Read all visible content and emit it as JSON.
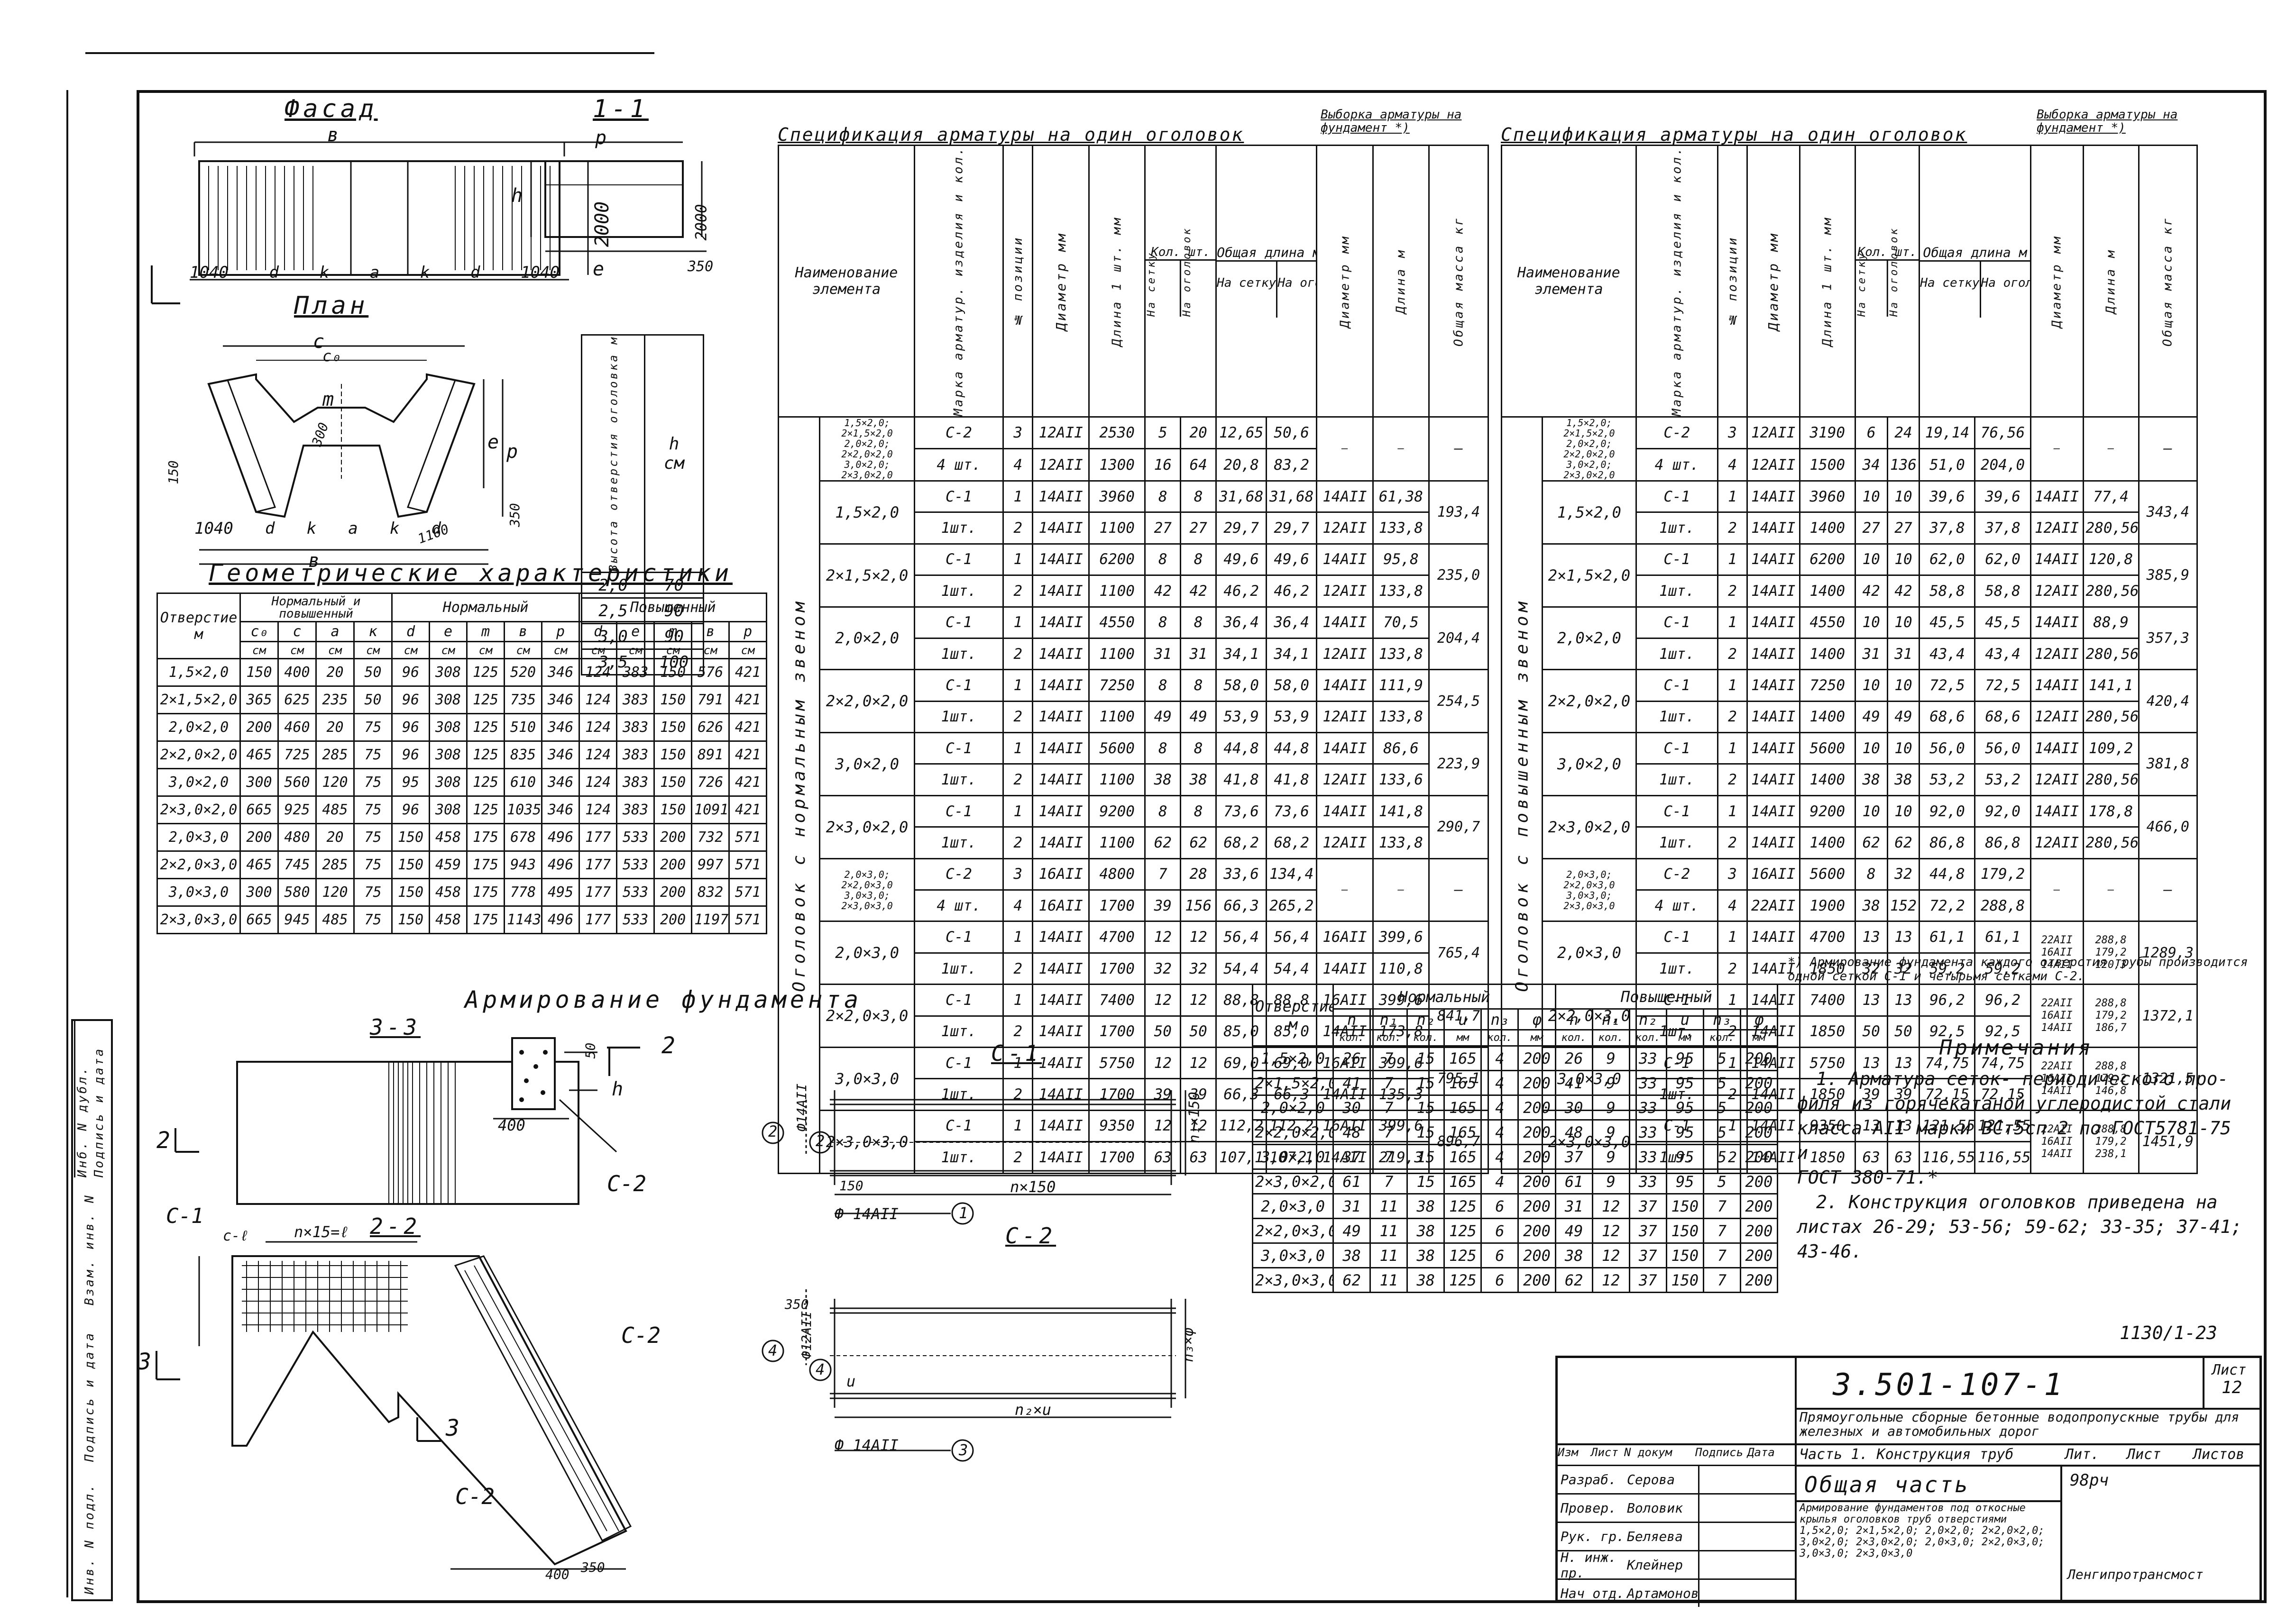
{
  "top_left_drawings": {
    "facade_title": "Фасад",
    "section_1_1": "1-1",
    "plan_title": "План",
    "facade_dims": [
      "1040",
      "d",
      "k",
      "a",
      "k",
      "d",
      "1040"
    ],
    "facade_b": "в",
    "facade_h": "2000",
    "section_p": "р",
    "section_h": "h",
    "section_e": "е",
    "section_2000": "2000",
    "section_350": "350",
    "plan_c": "с",
    "plan_c0": "с₀",
    "plan_m": "m",
    "plan_e": "е",
    "plan_p": "р",
    "plan_dims": [
      "1040",
      "d",
      "k",
      "a",
      "k",
      "d"
    ],
    "plan_b": "в",
    "plan_1100": "1100",
    "plan_150": "150",
    "plan_350": "350",
    "plan_300": "300"
  },
  "height_table": {
    "header_left": "Высота отверстия оголовка м",
    "header_h": "h",
    "header_unit": "см",
    "rows": [
      [
        "2,0",
        "70"
      ],
      [
        "2,5",
        "90"
      ],
      [
        "3,0",
        "90"
      ],
      [
        "3,5",
        "100"
      ]
    ]
  },
  "geom": {
    "title": "Геометрические характеристики",
    "col_hole": "Отверстие",
    "col_hole_unit": "м",
    "grp_both": "Нормальный и повышенный",
    "grp_norm": "Нормальный",
    "grp_high": "Повышенный",
    "sub": [
      "с₀",
      "с",
      "а",
      "к",
      "d",
      "е",
      "m",
      "в",
      "р",
      "d",
      "е",
      "m",
      "в",
      "р"
    ],
    "units": [
      "см",
      "см",
      "см",
      "см",
      "см",
      "см",
      "см",
      "см",
      "см",
      "см",
      "см",
      "см",
      "см",
      "см"
    ],
    "rows": [
      [
        "1,5×2,0",
        "150",
        "400",
        "20",
        "50",
        "96",
        "308",
        "125",
        "520",
        "346",
        "124",
        "383",
        "150",
        "576",
        "421"
      ],
      [
        "2×1,5×2,0",
        "365",
        "625",
        "235",
        "50",
        "96",
        "308",
        "125",
        "735",
        "346",
        "124",
        "383",
        "150",
        "791",
        "421"
      ],
      [
        "2,0×2,0",
        "200",
        "460",
        "20",
        "75",
        "96",
        "308",
        "125",
        "510",
        "346",
        "124",
        "383",
        "150",
        "626",
        "421"
      ],
      [
        "2×2,0×2,0",
        "465",
        "725",
        "285",
        "75",
        "96",
        "308",
        "125",
        "835",
        "346",
        "124",
        "383",
        "150",
        "891",
        "421"
      ],
      [
        "3,0×2,0",
        "300",
        "560",
        "120",
        "75",
        "95",
        "308",
        "125",
        "610",
        "346",
        "124",
        "383",
        "150",
        "726",
        "421"
      ],
      [
        "2×3,0×2,0",
        "665",
        "925",
        "485",
        "75",
        "96",
        "308",
        "125",
        "1035",
        "346",
        "124",
        "383",
        "150",
        "1091",
        "421"
      ],
      [
        "2,0×3,0",
        "200",
        "480",
        "20",
        "75",
        "150",
        "458",
        "175",
        "678",
        "496",
        "177",
        "533",
        "200",
        "732",
        "571"
      ],
      [
        "2×2,0×3,0",
        "465",
        "745",
        "285",
        "75",
        "150",
        "459",
        "175",
        "943",
        "496",
        "177",
        "533",
        "200",
        "997",
        "571"
      ],
      [
        "3,0×3,0",
        "300",
        "580",
        "120",
        "75",
        "150",
        "458",
        "175",
        "778",
        "495",
        "177",
        "533",
        "200",
        "832",
        "571"
      ],
      [
        "2×3,0×3,0",
        "665",
        "945",
        "485",
        "75",
        "150",
        "458",
        "175",
        "1143",
        "496",
        "177",
        "533",
        "200",
        "1197",
        "571"
      ]
    ]
  },
  "spec_left": {
    "title": "Спецификация арматуры на один оголовок",
    "title_right": "Выборка арматуры на фундамент *)",
    "h_name": "Наименование элемента",
    "h_mark": "Марка арматур. изделия и кол.",
    "h_pos": "№ позиции",
    "h_diam": "Диаметр мм",
    "h_len": "Длина 1 шт. мм",
    "h_qty": "Кол. шт.",
    "h_qty_a": "На сетку",
    "h_qty_b": "На оголовок",
    "h_tot": "Общая длина м",
    "h_tot_a": "На сетку",
    "h_tot_b": "На оголовок",
    "h_vd": "Диаметр мм",
    "h_vl": "Длина м",
    "h_vm": "Общая масса кг",
    "side_label": "Оголовок с нормальным звеном",
    "rows": [
      [
        "1,5×2,0; 2×1,5×2,0 2,0×2,0; 2×2,0×2,0 3,0×2,0; 2×3,0×2,0",
        "С-2",
        "3",
        "12АII",
        "2530",
        "5",
        "20",
        "12,65",
        "50,6",
        "—",
        "—",
        "—"
      ],
      [
        "",
        "4 шт.",
        "4",
        "12АII",
        "1300",
        "16",
        "64",
        "20,8",
        "83,2",
        "",
        "",
        ""
      ],
      [
        "1,5×2,0",
        "С-1",
        "1",
        "14АII",
        "3960",
        "8",
        "8",
        "31,68",
        "31,68",
        "14АII",
        "61,38",
        "193,4"
      ],
      [
        "",
        "1шт.",
        "2",
        "14АII",
        "1100",
        "27",
        "27",
        "29,7",
        "29,7",
        "12АII",
        "133,8",
        ""
      ],
      [
        "2×1,5×2,0",
        "С-1",
        "1",
        "14АII",
        "6200",
        "8",
        "8",
        "49,6",
        "49,6",
        "14АII",
        "95,8",
        "235,0"
      ],
      [
        "",
        "1шт.",
        "2",
        "14АII",
        "1100",
        "42",
        "42",
        "46,2",
        "46,2",
        "12АII",
        "133,8",
        ""
      ],
      [
        "2,0×2,0",
        "С-1",
        "1",
        "14АII",
        "4550",
        "8",
        "8",
        "36,4",
        "36,4",
        "14АII",
        "70,5",
        "204,4"
      ],
      [
        "",
        "1шт.",
        "2",
        "14АII",
        "1100",
        "31",
        "31",
        "34,1",
        "34,1",
        "12АII",
        "133,8",
        ""
      ],
      [
        "2×2,0×2,0",
        "С-1",
        "1",
        "14АII",
        "7250",
        "8",
        "8",
        "58,0",
        "58,0",
        "14АII",
        "111,9",
        "254,5"
      ],
      [
        "",
        "1шт.",
        "2",
        "14АII",
        "1100",
        "49",
        "49",
        "53,9",
        "53,9",
        "12АII",
        "133,8",
        ""
      ],
      [
        "3,0×2,0",
        "С-1",
        "1",
        "14АII",
        "5600",
        "8",
        "8",
        "44,8",
        "44,8",
        "14АII",
        "86,6",
        "223,9"
      ],
      [
        "",
        "1шт.",
        "2",
        "14АII",
        "1100",
        "38",
        "38",
        "41,8",
        "41,8",
        "12АII",
        "133,6",
        ""
      ],
      [
        "2×3,0×2,0",
        "С-1",
        "1",
        "14АII",
        "9200",
        "8",
        "8",
        "73,6",
        "73,6",
        "14АII",
        "141,8",
        "290,7"
      ],
      [
        "",
        "1шт.",
        "2",
        "14АII",
        "1100",
        "62",
        "62",
        "68,2",
        "68,2",
        "12АII",
        "133,8",
        ""
      ],
      [
        "2,0×3,0; 2×2,0×3,0 3,0×3,0; 2×3,0×3,0",
        "С-2",
        "3",
        "16АII",
        "4800",
        "7",
        "28",
        "33,6",
        "134,4",
        "—",
        "—",
        "—"
      ],
      [
        "",
        "4 шт.",
        "4",
        "16АII",
        "1700",
        "39",
        "156",
        "66,3",
        "265,2",
        "",
        "",
        ""
      ],
      [
        "2,0×3,0",
        "С-1",
        "1",
        "14АII",
        "4700",
        "12",
        "12",
        "56,4",
        "56,4",
        "16АII",
        "399,6",
        "765,4"
      ],
      [
        "",
        "1шт.",
        "2",
        "14АII",
        "1700",
        "32",
        "32",
        "54,4",
        "54,4",
        "14АII",
        "110,8",
        ""
      ],
      [
        "2×2,0×3,0",
        "С-1",
        "1",
        "14АII",
        "7400",
        "12",
        "12",
        "88,8",
        "88,8",
        "16АII",
        "399,6",
        "841,7"
      ],
      [
        "",
        "1шт.",
        "2",
        "14АII",
        "1700",
        "50",
        "50",
        "85,0",
        "85,0",
        "14АII",
        "173,8",
        ""
      ],
      [
        "3,0×3,0",
        "С-1",
        "1",
        "14АII",
        "5750",
        "12",
        "12",
        "69,0",
        "69,0",
        "16АII",
        "399,6",
        "795,1"
      ],
      [
        "",
        "1шт.",
        "2",
        "14АII",
        "1700",
        "39",
        "39",
        "66,3",
        "66,3",
        "14АII",
        "135,3",
        ""
      ],
      [
        "2×3,0×3,0",
        "С-1",
        "1",
        "14АII",
        "9350",
        "12",
        "12",
        "112,2",
        "112,2",
        "16АII",
        "399,6",
        "896,7"
      ],
      [
        "",
        "1шт.",
        "2",
        "14АII",
        "1700",
        "63",
        "63",
        "107,1",
        "107,1",
        "14АII",
        "219,3",
        ""
      ]
    ]
  },
  "spec_right": {
    "title": "Спецификация арматуры на один оголовок",
    "title_right": "Выборка арматуры на фундамент *)",
    "side_label": "Оголовок с повышенным звеном",
    "rows": [
      [
        "1,5×2,0; 2×1,5×2,0 2,0×2,0; 2×2,0×2,0 3,0×2,0; 2×3,0×2,0",
        "С-2",
        "3",
        "12АII",
        "3190",
        "6",
        "24",
        "19,14",
        "76,56",
        "—",
        "—",
        "—"
      ],
      [
        "",
        "4 шт.",
        "4",
        "12АII",
        "1500",
        "34",
        "136",
        "51,0",
        "204,0",
        "",
        "",
        ""
      ],
      [
        "1,5×2,0",
        "С-1",
        "1",
        "14АII",
        "3960",
        "10",
        "10",
        "39,6",
        "39,6",
        "14АII",
        "77,4",
        "343,4"
      ],
      [
        "",
        "1шт.",
        "2",
        "14АII",
        "1400",
        "27",
        "27",
        "37,8",
        "37,8",
        "12АII",
        "280,56",
        ""
      ],
      [
        "2×1,5×2,0",
        "С-1",
        "1",
        "14АII",
        "6200",
        "10",
        "10",
        "62,0",
        "62,0",
        "14АII",
        "120,8",
        "385,9"
      ],
      [
        "",
        "1шт.",
        "2",
        "14АII",
        "1400",
        "42",
        "42",
        "58,8",
        "58,8",
        "12АII",
        "280,56",
        ""
      ],
      [
        "2,0×2,0",
        "С-1",
        "1",
        "14АII",
        "4550",
        "10",
        "10",
        "45,5",
        "45,5",
        "14АII",
        "88,9",
        "357,3"
      ],
      [
        "",
        "1шт.",
        "2",
        "14АII",
        "1400",
        "31",
        "31",
        "43,4",
        "43,4",
        "12АII",
        "280,56",
        ""
      ],
      [
        "2×2,0×2,0",
        "С-1",
        "1",
        "14АII",
        "7250",
        "10",
        "10",
        "72,5",
        "72,5",
        "14АII",
        "141,1",
        "420,4"
      ],
      [
        "",
        "1шт.",
        "2",
        "14АII",
        "1400",
        "49",
        "49",
        "68,6",
        "68,6",
        "12АII",
        "280,56",
        ""
      ],
      [
        "3,0×2,0",
        "С-1",
        "1",
        "14АII",
        "5600",
        "10",
        "10",
        "56,0",
        "56,0",
        "14АII",
        "109,2",
        "381,8"
      ],
      [
        "",
        "1шт.",
        "2",
        "14АII",
        "1400",
        "38",
        "38",
        "53,2",
        "53,2",
        "12АII",
        "280,56",
        ""
      ],
      [
        "2×3,0×2,0",
        "С-1",
        "1",
        "14АII",
        "9200",
        "10",
        "10",
        "92,0",
        "92,0",
        "14АII",
        "178,8",
        "466,0"
      ],
      [
        "",
        "1шт.",
        "2",
        "14АII",
        "1400",
        "62",
        "62",
        "86,8",
        "86,8",
        "12АII",
        "280,56",
        ""
      ],
      [
        "2,0×3,0; 2×2,0×3,0 3,0×3,0; 2×3,0×3,0",
        "С-2",
        "3",
        "16АII",
        "5600",
        "8",
        "32",
        "44,8",
        "179,2",
        "—",
        "—",
        "—"
      ],
      [
        "",
        "4 шт.",
        "4",
        "22АII",
        "1900",
        "38",
        "152",
        "72,2",
        "288,8",
        "",
        "",
        ""
      ],
      [
        "2,0×3,0",
        "С-1",
        "1",
        "14АII",
        "4700",
        "13",
        "13",
        "61,1",
        "61,1",
        "22АII 16АII 14АII",
        "288,8 179,2 120,3",
        "1289,3"
      ],
      [
        "",
        "1шт.",
        "2",
        "14АII",
        "1850",
        "32",
        "32",
        "59,2",
        "59,2",
        "",
        "",
        ""
      ],
      [
        "2×2,0×3,0",
        "С-1",
        "1",
        "14АII",
        "7400",
        "13",
        "13",
        "96,2",
        "96,2",
        "22АII 16АII 14АII",
        "288,8 179,2 186,7",
        "1372,1"
      ],
      [
        "",
        "1шт.",
        "2",
        "14АII",
        "1850",
        "50",
        "50",
        "92,5",
        "92,5",
        "",
        "",
        ""
      ],
      [
        "3,0×3,0",
        "С-1",
        "1",
        "14АII",
        "5750",
        "13",
        "13",
        "74,75",
        "74,75",
        "22АII 16АII 14АII",
        "288,8 179,2 146,8",
        "1321,5"
      ],
      [
        "",
        "1шт.",
        "2",
        "14АII",
        "1850",
        "39",
        "39",
        "72,15",
        "72,15",
        "",
        "",
        ""
      ],
      [
        "2×3,0×3,0",
        "С-1",
        "1",
        "14АII",
        "9350",
        "13",
        "13",
        "121,55",
        "121,55",
        "22АII 16АII 14АII",
        "288,8 179,2 238,1",
        "1451,9"
      ],
      [
        "",
        "1шт.",
        "2",
        "14АII",
        "1850",
        "63",
        "63",
        "116,55",
        "116,55",
        "",
        "",
        ""
      ]
    ],
    "footnote": "*) Армирование фундамента каждого отверстия трубы производится одной сеткой С-1 и четырьмя сетками С-2."
  },
  "mesh_table": {
    "col_hole": "Отверстие",
    "col_unit": "м",
    "grp_norm": "Нормальный",
    "grp_high": "Повышенный",
    "sub": [
      "n",
      "n₁",
      "n₂",
      "u",
      "n₃",
      "φ",
      "n",
      "n₁",
      "n₂",
      "u",
      "n₃",
      "φ"
    ],
    "units": [
      "кол.",
      "кол.",
      "кол.",
      "мм",
      "кол.",
      "мм",
      "кол.",
      "кол.",
      "кол.",
      "мм",
      "кол.",
      "мм"
    ],
    "rows": [
      [
        "1,5×2,0",
        "26",
        "7",
        "15",
        "165",
        "4",
        "200",
        "26",
        "9",
        "33",
        "95",
        "5",
        "200"
      ],
      [
        "2×1,5×2,0",
        "41",
        "7",
        "15",
        "165",
        "4",
        "200",
        "41",
        "9",
        "33",
        "95",
        "5",
        "200"
      ],
      [
        "2,0×2,0",
        "30",
        "7",
        "15",
        "165",
        "4",
        "200",
        "30",
        "9",
        "33",
        "95",
        "5",
        "200"
      ],
      [
        "2×2,0×2,0",
        "48",
        "7",
        "15",
        "165",
        "4",
        "200",
        "48",
        "9",
        "33",
        "95",
        "5",
        "200"
      ],
      [
        "3,0×2,0",
        "37",
        "7",
        "15",
        "165",
        "4",
        "200",
        "37",
        "9",
        "33",
        "95",
        "5",
        "200"
      ],
      [
        "2×3,0×2,0",
        "61",
        "7",
        "15",
        "165",
        "4",
        "200",
        "61",
        "9",
        "33",
        "95",
        "5",
        "200"
      ],
      [
        "2,0×3,0",
        "31",
        "11",
        "38",
        "125",
        "6",
        "200",
        "31",
        "12",
        "37",
        "150",
        "7",
        "200"
      ],
      [
        "2×2,0×3,0",
        "49",
        "11",
        "38",
        "125",
        "6",
        "200",
        "49",
        "12",
        "37",
        "150",
        "7",
        "200"
      ],
      [
        "3,0×3,0",
        "38",
        "11",
        "38",
        "125",
        "6",
        "200",
        "38",
        "12",
        "37",
        "150",
        "7",
        "200"
      ],
      [
        "2×3,0×3,0",
        "62",
        "11",
        "38",
        "125",
        "6",
        "200",
        "62",
        "12",
        "37",
        "150",
        "7",
        "200"
      ]
    ]
  },
  "reinforcement": {
    "title": "Армирование фундамента",
    "s33": "3-3",
    "s22": "2-2",
    "c1_title": "С-1",
    "c2_title": "С-2",
    "lbl_c2a": "С-2",
    "lbl_c2b": "С-2",
    "lbl_c2c": "С-2",
    "lbl_c1": "С-1",
    "lbl_400": "400",
    "lbl_50": "50",
    "lbl_h": "h",
    "lbl_2": "2",
    "lbl_3": "3",
    "lbl_n15": "n×15=ℓ",
    "lbl_c_l": "c-ℓ",
    "lbl_350": "350",
    "lbl_400b": "400",
    "c1_diam_top": "Ф14АII",
    "c1_n150": "n×150",
    "c1_150": "150",
    "c1_n1x150": "n₁×150",
    "c1_bot": "Ф 14АII",
    "c1_pos1": "1",
    "c1_pos2": "2",
    "c2_350": "350",
    "c2_diam_top": "Ф12АII",
    "c2_u": "u",
    "c2_n2u": "n₂×u",
    "c2_n3x9": "n₃×φ",
    "c2_bot": "Ф 14АII",
    "c2_pos3": "3",
    "c2_pos4": "4"
  },
  "notes": {
    "title": "Примечания",
    "lines": [
      "1. Арматура сеток- периодического про-",
      "филя из горячекатаной углеродистой стали",
      "класса АII марки ВСт5сп 2 по ГОСТ5781-75 и",
      "ГОСТ 380-71.*",
      "2. Конструкция оголовков приведена на",
      "листах 26-29; 53-56; 59-62; 33-35; 37-41; 43-46."
    ]
  },
  "stamp": {
    "sheet_code": "1130/1-23",
    "doc_number": "3.501-107-1",
    "sheet_label": "Лист",
    "sheet_no": "12",
    "project_title": "Прямоугольные сборные бетонные водопропускные трубы для железных и автомобильных дорог",
    "hdr": [
      "Изм",
      "Лист",
      "N докум",
      "Подпись",
      "Дата"
    ],
    "part": "Часть 1. Конструкция труб",
    "lit": "Лит.",
    "list": "Лист",
    "lists": "Листов",
    "people": [
      [
        "Разраб.",
        "Серова"
      ],
      [
        "Провер.",
        "Воловик"
      ],
      [
        "Рук. гр.",
        "Беляева"
      ],
      [
        "Н. инж. пр.",
        "Клейнер"
      ],
      [
        "Нач отд.",
        "Артамонов"
      ]
    ],
    "sheet_name": "Общая часть",
    "sheet_sub": "Армирование фундаментов под откосные крылья оголовков труб отверстиями 1,5×2,0; 2×1,5×2,0; 2,0×2,0; 2×2,0×2,0; 3,0×2,0; 2×3,0×2,0; 2,0×3,0; 2×2,0×3,0; 3,0×3,0; 2×3,0×3,0",
    "format": "98рч",
    "org": "Ленгипротрансмост",
    "side_cells": [
      "Инв. N подл.",
      "Подпись и дата",
      "Взам. инв. N"
    ],
    "side_top": [
      "Инб. N дубл.",
      "Подпись и дата"
    ]
  }
}
